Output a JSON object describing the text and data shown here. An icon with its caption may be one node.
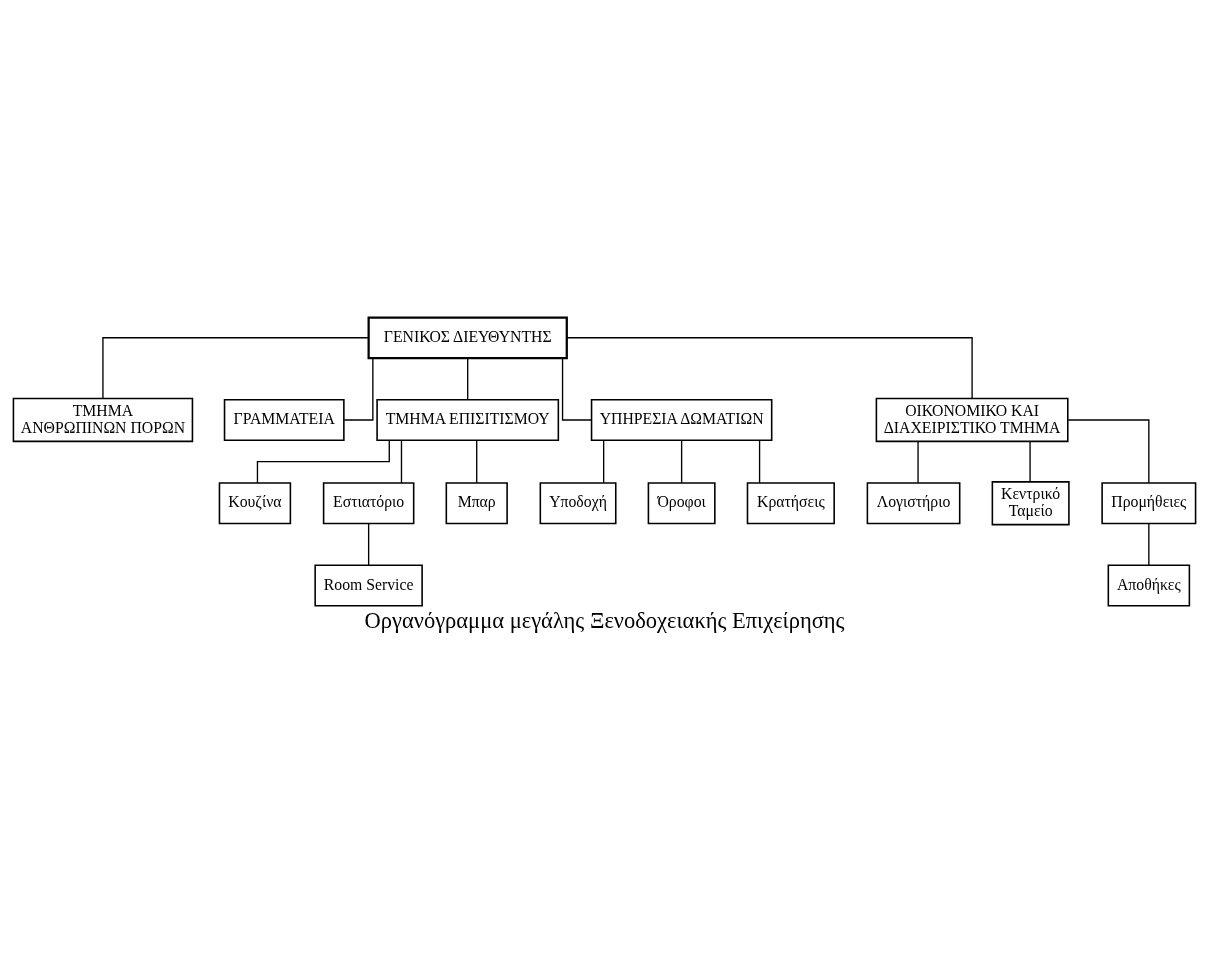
{
  "diagram": {
    "caption": "Οργανόγραμμα μεγάλης Ξενοδοχειακής Επιχείρησης",
    "nodes": [
      {
        "text": [
          "ΓΕΝΙΚΟΣ ΔΙΕΥΘΥΝΤΗΣ"
        ]
      },
      {
        "text": [
          "ΤΜΗΜΑ ΑΝΘΡΩΠΙΝΩΝ ΠΟΡΩΝ"
        ]
      },
      {
        "text": [
          "ΓΡΑΜΜΑΤΕΙΑ"
        ]
      },
      {
        "text": [
          "ΤΜΗΜΑ ΕΠΙΣΙΤΙΣΜΟΥ"
        ]
      },
      {
        "text": [
          "Κουζίνα"
        ]
      },
      {
        "text": [
          "Εστιατόριο"
        ]
      },
      {
        "text": [
          "Μπαρ"
        ]
      },
      {
        "text": [
          "Room Service"
        ]
      },
      {
        "text": [
          "ΥΠΗΡΕΣΙΑ ΔΩΜΑΤΙΩΝ"
        ]
      },
      {
        "text": [
          "ΟΙΚΟΝΟΜΙΚΟ ΚΑΙ ΔΙΑΧΕΙΡΙΣΤΙΚΟ ΤΜΗΜΑ"
        ]
      },
      {
        "text": [
          "Υποδοχή"
        ]
      },
      {
        "text": [
          "Όροφοι"
        ]
      },
      {
        "text": [
          "Κρατήσεις"
        ]
      },
      {
        "text": [
          "Λογιστήριο"
        ]
      },
      {
        "text": [
          "Κεντρικό Ταμείο"
        ]
      },
      {
        "text": [
          "Προμήθειες"
        ]
      },
      {
        "text": [
          "Αποθήκες"
        ]
      }
    ],
    "edges": [
      {
        "from": 0,
        "to": 1,
        "arrow": "none"
      },
      {
        "from": 0,
        "to": 2,
        "arrow": "none"
      },
      {
        "from": 0,
        "to": 3,
        "arrow": "none"
      },
      {
        "from": 0,
        "to": 8,
        "arrow": "none"
      },
      {
        "from": 0,
        "to": 9,
        "arrow": "none"
      },
      {
        "from": 3,
        "to": 4,
        "arrow": "none"
      },
      {
        "from": 3,
        "to": 5,
        "arrow": "none"
      },
      {
        "from": 3,
        "to": 6,
        "arrow": "none"
      },
      {
        "from": 5,
        "to": 7,
        "arrow": "none"
      },
      {
        "from": 8,
        "to": 10,
        "arrow": "none"
      },
      {
        "from": 8,
        "to": 11,
        "arrow": "none"
      },
      {
        "from": 8,
        "to": 12,
        "arrow": "none"
      },
      {
        "from": 9,
        "to": 13,
        "arrow": "none"
      },
      {
        "from": 9,
        "to": 14,
        "arrow": "none"
      },
      {
        "from": 9,
        "to": 15,
        "arrow": "none"
      },
      {
        "from": 15,
        "to": 16,
        "arrow": "none"
      }
    ]
  }
}
